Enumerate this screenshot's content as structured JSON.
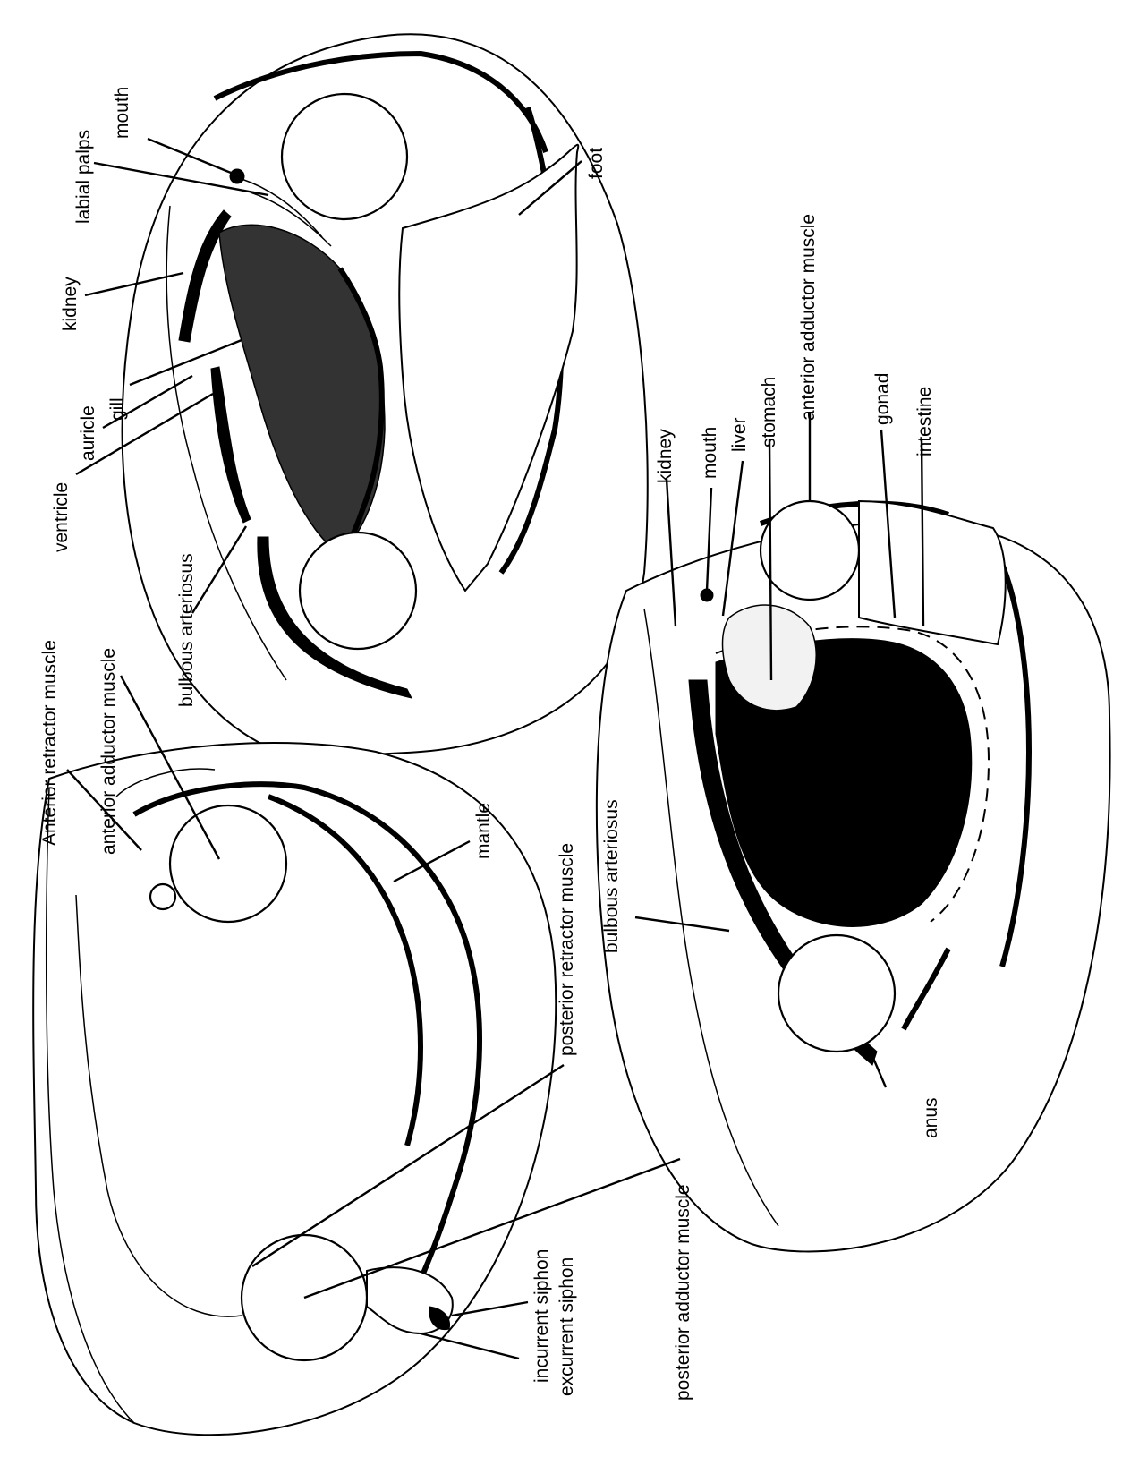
{
  "figure": {
    "labels": {
      "mouth_top": "mouth",
      "labial_palps": "labial palps",
      "kidney_top": "kidney",
      "gill": "gill",
      "auricle": "auricle",
      "ventricle": "ventricle",
      "bulbous_arteriosus_top": "bulbous arteriosus",
      "foot": "foot",
      "anterior_retractor_muscle": "Anterior retractor muscle",
      "anterior_adductor_muscle_left": "anterior adductor muscle",
      "mantle": "mantle",
      "posterior_retractor_muscle": "posterior retractor muscle",
      "bulbous_arteriosus_mid": "bulbous arteriosus",
      "kidney_right": "kidney",
      "mouth_right": "mouth",
      "liver": "liver",
      "stomach": "stomach",
      "anterior_adductor_muscle_right": "anterior adductor muscle",
      "gonad": "gonad",
      "intestine": "intestine",
      "anus": "anus",
      "posterior_adductor_muscle": "posterior adductor muscle",
      "incurrent_siphon": "incurrent siphon",
      "excurrent_siphon": "excurrent siphon"
    }
  }
}
